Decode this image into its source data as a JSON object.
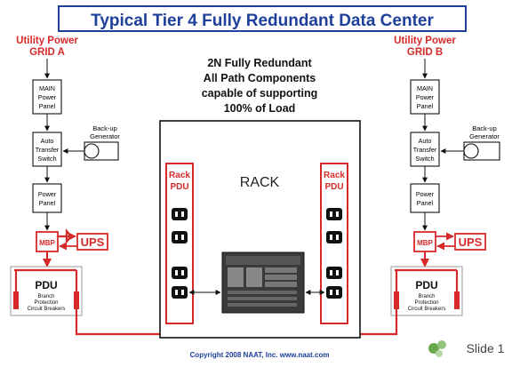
{
  "title": "Typical Tier 4 Fully Redundant Data Center",
  "center_text": [
    "2N Fully Redundant",
    "All Path Components",
    "capable of supporting",
    "100% of Load"
  ],
  "left": {
    "utility_line1": "Utility Power",
    "utility_line2": "GRID A",
    "main_panel": [
      "MAIN",
      "Power",
      "Panel"
    ],
    "ats": [
      "Auto",
      "Transfer",
      "Switch"
    ],
    "generator": [
      "Back-up",
      "Generator"
    ],
    "power_panel": [
      "Power",
      "Panel"
    ],
    "mbp": "MBP",
    "ups": "UPS",
    "pdu": "PDU",
    "pdu_sub": [
      "Branch",
      "Protection",
      "Circuit Breakers"
    ]
  },
  "right": {
    "utility_line1": "Utility Power",
    "utility_line2": "GRID B",
    "main_panel": [
      "MAIN",
      "Power",
      "Panel"
    ],
    "ats": [
      "Auto",
      "Transfer",
      "Switch"
    ],
    "generator": [
      "Back-up",
      "Generator"
    ],
    "power_panel": [
      "Power",
      "Panel"
    ],
    "mbp": "MBP",
    "ups": "UPS",
    "pdu": "PDU",
    "pdu_sub": [
      "Branch",
      "Protection",
      "Circuit Breakers"
    ]
  },
  "rack": {
    "label": "RACK",
    "left_pdu": [
      "Rack",
      "PDU"
    ],
    "right_pdu": [
      "Rack",
      "PDU"
    ]
  },
  "footer": "Copyright 2008 NAAT, Inc. www.naat.com",
  "slide_label": "Slide 1",
  "colors": {
    "title_blue": "#1e3f9a",
    "accent_red": "#d62a2a",
    "line_black": "#111111"
  }
}
